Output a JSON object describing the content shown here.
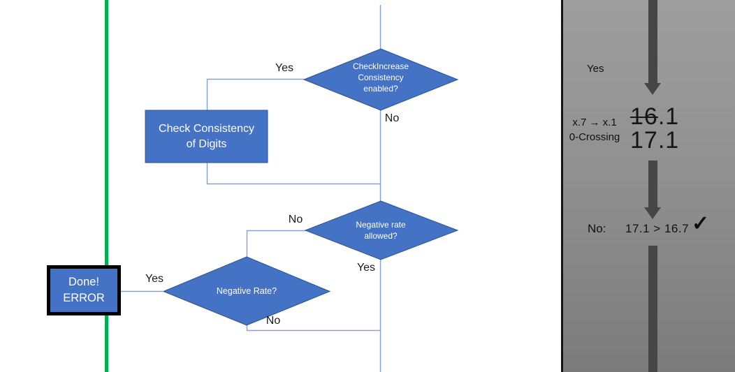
{
  "colors": {
    "shape_blue": "#4472C4",
    "shape_border": "#2F528F",
    "connector_blue": "#84A1D4",
    "green_line": "#00B050",
    "done_border": "#000000",
    "panel_gray_top": "#9E9E9E",
    "panel_gray_bottom": "#7B7B7B",
    "panel_arrow_gray": "#464646"
  },
  "flowchart": {
    "diamond_check_increase": {
      "line1": "CheckIncrease",
      "line2": "Consistency",
      "line3": "enabled?"
    },
    "rect_check_consistency": {
      "line1": "Check Consistency",
      "line2": "of Digits"
    },
    "diamond_negative_allowed": {
      "line1": "Negative rate",
      "line2": "allowed?"
    },
    "diamond_negative_rate": {
      "label": "Negative Rate?"
    },
    "done_box": {
      "line1": "Done!",
      "line2": "ERROR"
    },
    "labels": {
      "check_increase_yes": "Yes",
      "check_increase_no": "No",
      "negative_allowed_no": "No",
      "negative_allowed_yes": "Yes",
      "negative_rate_yes": "Yes",
      "negative_rate_no": "No"
    }
  },
  "panel": {
    "yes_label": "Yes",
    "rule_line1": "x.7 → x.1",
    "rule_line2": "0-Crossing",
    "old_value_struck": "16",
    "old_value_rest": ".1",
    "new_value": "17.1",
    "result_prefix": "No:",
    "comparison": "17.1 > 16.7",
    "check_icon": "✓"
  }
}
